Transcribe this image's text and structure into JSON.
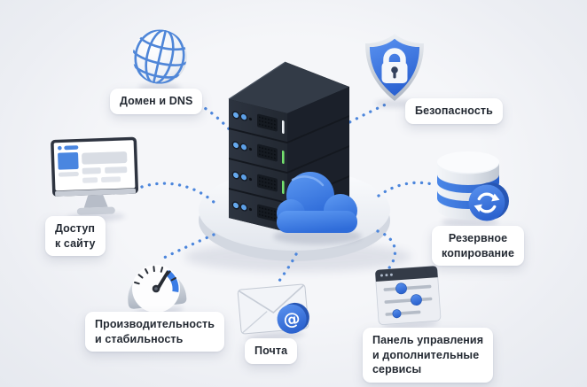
{
  "title": "Hosting services diagram",
  "colors": {
    "background": "#eef0f4",
    "accent_blue": "#3f7de4",
    "dotted_line": "#4c86dc",
    "server_dark": "#262c36",
    "led_green": "#74e06e",
    "pill_background": "#ffffff",
    "pill_text": "#242a33"
  },
  "icons": {
    "at_symbol": "@"
  },
  "center": {
    "id": "hosting-server",
    "description": "server-stack-with-cloud-on-platform",
    "server_units": 4
  },
  "nodes": [
    {
      "id": "domain-dns",
      "label": "Домен и DNS",
      "icon": "globe-icon"
    },
    {
      "id": "security",
      "label": "Безопасность",
      "icon": "shield-lock-icon"
    },
    {
      "id": "site-access",
      "label": "Доступ\nк сайту",
      "icon": "monitor-icon"
    },
    {
      "id": "backup",
      "label": "Резервное\nкопирование",
      "icon": "database-refresh-icon"
    },
    {
      "id": "performance",
      "label": "Производительность\nи стабильность",
      "icon": "speedometer-icon"
    },
    {
      "id": "mail",
      "label": "Почта",
      "icon": "envelope-at-icon"
    },
    {
      "id": "control-panel",
      "label": "Панель управления\nи дополнительные\nсервисы",
      "icon": "sliders-panel-icon"
    }
  ]
}
